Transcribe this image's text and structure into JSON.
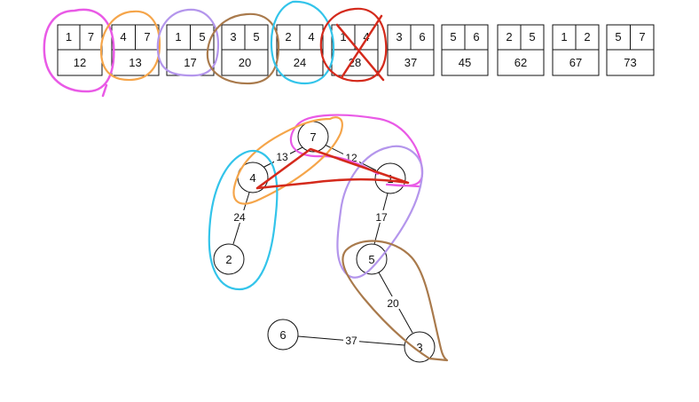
{
  "edge_list": [
    {
      "u": "1",
      "v": "7",
      "w": "12",
      "mark": "pink"
    },
    {
      "u": "4",
      "v": "7",
      "w": "13",
      "mark": "orange"
    },
    {
      "u": "1",
      "v": "5",
      "w": "17",
      "mark": "purple"
    },
    {
      "u": "3",
      "v": "5",
      "w": "20",
      "mark": "brown"
    },
    {
      "u": "2",
      "v": "4",
      "w": "24",
      "mark": "cyan"
    },
    {
      "u": "1",
      "v": "4",
      "w": "28",
      "mark": "red-cross"
    },
    {
      "u": "3",
      "v": "6",
      "w": "37",
      "mark": ""
    },
    {
      "u": "5",
      "v": "6",
      "w": "45",
      "mark": ""
    },
    {
      "u": "2",
      "v": "5",
      "w": "62",
      "mark": ""
    },
    {
      "u": "1",
      "v": "2",
      "w": "67",
      "mark": ""
    },
    {
      "u": "5",
      "v": "7",
      "w": "73",
      "mark": ""
    }
  ],
  "graph": {
    "nodes": [
      {
        "id": "7",
        "label": "7"
      },
      {
        "id": "4",
        "label": "4"
      },
      {
        "id": "1",
        "label": "1"
      },
      {
        "id": "2",
        "label": "2"
      },
      {
        "id": "5",
        "label": "5"
      },
      {
        "id": "6",
        "label": "6"
      },
      {
        "id": "3",
        "label": "3"
      }
    ],
    "edges": [
      {
        "from": "7",
        "to": "4",
        "weight": "13"
      },
      {
        "from": "7",
        "to": "1",
        "weight": "12"
      },
      {
        "from": "4",
        "to": "2",
        "weight": "24"
      },
      {
        "from": "1",
        "to": "5",
        "weight": "17"
      },
      {
        "from": "5",
        "to": "3",
        "weight": "20"
      },
      {
        "from": "6",
        "to": "3",
        "weight": "37"
      }
    ]
  },
  "colors": {
    "pink": "#e95ae6",
    "orange": "#f5a54a",
    "purple": "#b496ec",
    "brown": "#a97a4c",
    "cyan": "#33c4ea",
    "red": "#d42a1c",
    "ink": "#111111"
  }
}
